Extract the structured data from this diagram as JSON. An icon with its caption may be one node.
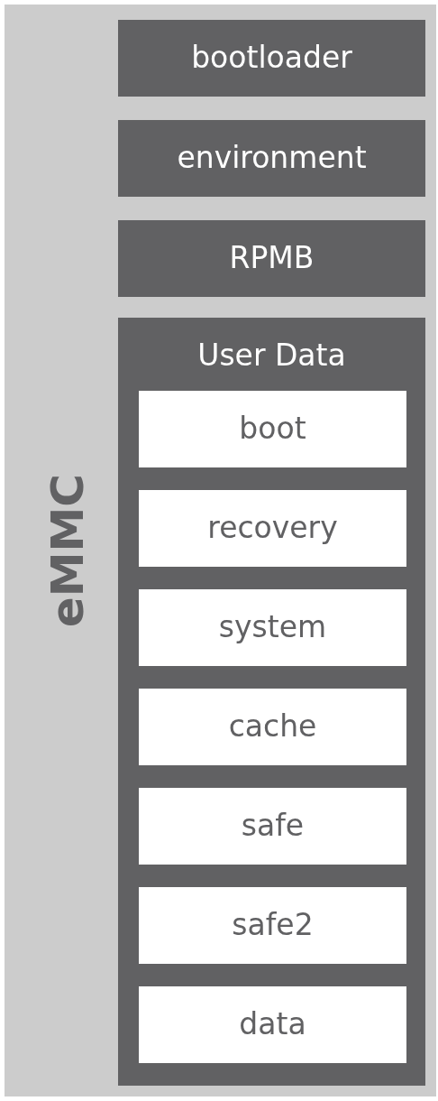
{
  "diagram": {
    "nodes": [
      {
        "text": [
          "eMMC"
        ]
      },
      {
        "text": [
          "bootloader"
        ],
        "in": 0
      },
      {
        "text": [
          "environment"
        ],
        "in": 0
      },
      {
        "text": [
          "RPMB"
        ],
        "in": 0
      },
      {
        "text": [
          "User Data"
        ],
        "in": 0
      },
      {
        "text": [
          "boot"
        ],
        "in": 4
      },
      {
        "text": [
          "recovery"
        ],
        "in": 4
      },
      {
        "text": [
          "system"
        ],
        "in": 4
      },
      {
        "text": [
          "cache"
        ],
        "in": 4
      },
      {
        "text": [
          "safe"
        ],
        "in": 4
      },
      {
        "text": [
          "safe2"
        ],
        "in": 4
      },
      {
        "text": [
          "data"
        ],
        "in": 4
      }
    ]
  }
}
